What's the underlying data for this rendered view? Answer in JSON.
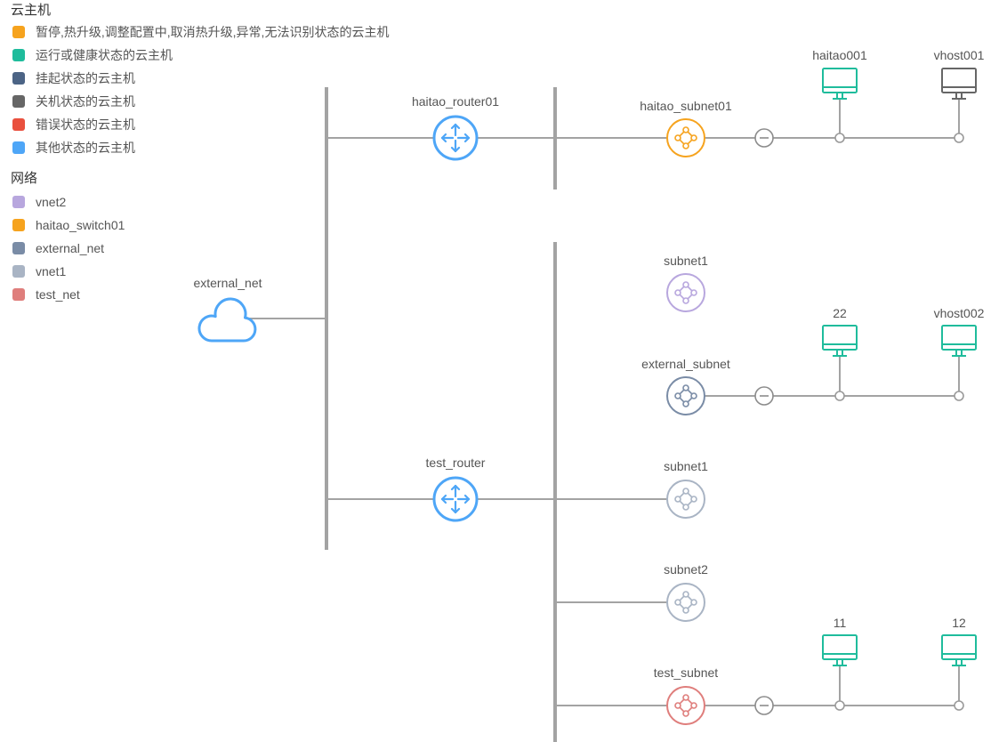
{
  "legend": {
    "host_title": "云主机",
    "host_states": [
      {
        "label": "暂停,热升级,调整配置中,取消热升级,异常,无法识别状态的云主机",
        "color": "#f6a31e"
      },
      {
        "label": "运行或健康状态的云主机",
        "color": "#1fbc9c"
      },
      {
        "label": "挂起状态的云主机",
        "color": "#4c6485"
      },
      {
        "label": "关机状态的云主机",
        "color": "#666666"
      },
      {
        "label": "错误状态的云主机",
        "color": "#e9503e"
      },
      {
        "label": "其他状态的云主机",
        "color": "#4ea6f7"
      }
    ],
    "network_title": "网络",
    "networks": [
      {
        "label": "vnet2",
        "color": "#b8a7de"
      },
      {
        "label": "haitao_switch01",
        "color": "#f6a31e"
      },
      {
        "label": "external_net",
        "color": "#7a8ca6"
      },
      {
        "label": "vnet1",
        "color": "#a9b4c4"
      },
      {
        "label": "test_net",
        "color": "#df7e7c"
      }
    ]
  },
  "colors": {
    "link": "#a3a3a3",
    "control": "#8c8c8c"
  },
  "topology": {
    "external_net": {
      "label": "external_net",
      "icon": "cloud-icon",
      "color": "#4ea6f7"
    },
    "router_color": "#4ea6f7",
    "routers": [
      {
        "label": "haitao_router01",
        "icon": "router-icon"
      },
      {
        "label": "test_router",
        "icon": "router-icon"
      }
    ],
    "subnets": [
      {
        "label": "haitao_subnet01",
        "icon": "subnet-icon",
        "color": "#f6a31e"
      },
      {
        "label": "subnet1",
        "icon": "subnet-icon",
        "color": "#b8a7de"
      },
      {
        "label": "external_subnet",
        "icon": "subnet-icon",
        "color": "#7a8ca6"
      },
      {
        "label": "subnet1",
        "icon": "subnet-icon",
        "color": "#a9b4c4"
      },
      {
        "label": "subnet2",
        "icon": "subnet-icon",
        "color": "#a9b4c4"
      },
      {
        "label": "test_subnet",
        "icon": "subnet-icon",
        "color": "#df7e7c"
      }
    ],
    "hosts": [
      {
        "label": "haitao001",
        "icon": "monitor-icon",
        "color": "#1fbc9c"
      },
      {
        "label": "vhost001",
        "icon": "monitor-icon",
        "color": "#666666"
      },
      {
        "label": "22",
        "icon": "monitor-icon",
        "color": "#1fbc9c"
      },
      {
        "label": "vhost002",
        "icon": "monitor-icon",
        "color": "#1fbc9c"
      },
      {
        "label": "11",
        "icon": "monitor-icon",
        "color": "#1fbc9c"
      },
      {
        "label": "12",
        "icon": "monitor-icon",
        "color": "#1fbc9c"
      }
    ],
    "collapse_icon": "minus-circle-icon"
  }
}
